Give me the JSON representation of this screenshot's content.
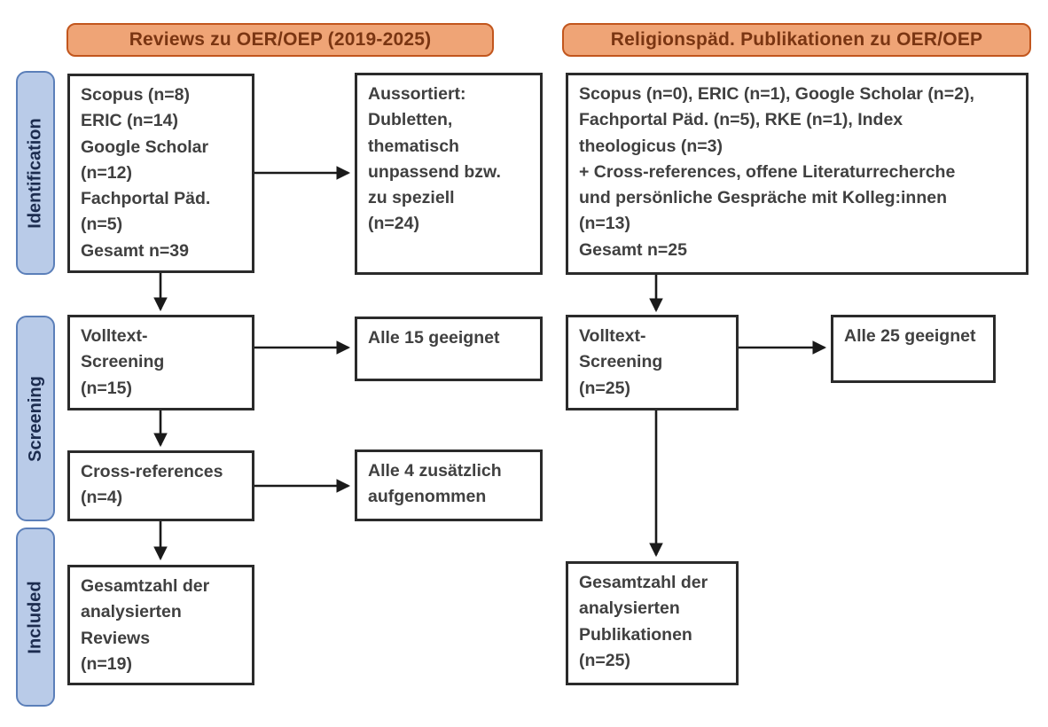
{
  "headers": {
    "left": "Reviews zu OER/OEP (2019-2025)",
    "right": "Religionspäd. Publikationen zu OER/OEP"
  },
  "stages": [
    {
      "label": "Identification"
    },
    {
      "label": "Screening"
    },
    {
      "label": "Included"
    }
  ],
  "boxes": {
    "id_left": "Scopus (n=8)\nERIC (n=14)\nGoogle Scholar\n(n=12)\nFachportal Päd.\n(n=5)\nGesamt n=39",
    "id_excluded": "Aussortiert:\nDubletten,\nthematisch\nunpassend bzw.\nzu speziell\n(n=24)",
    "id_right": "Scopus (n=0), ERIC (n=1), Google Scholar (n=2),\nFachportal Päd. (n=5), RKE (n=1), Index\ntheologicus (n=3)\n+ Cross-references, offene Literaturrecherche\nund persönliche Gespräche mit Kolleg:innen\n(n=13)\nGesamt n=25",
    "screening_left": "Volltext-\nScreening\n(n=15)",
    "screening_left_result": "Alle 15 geeignet",
    "crossref": "Cross-references\n(n=4)",
    "crossref_result": "Alle 4 zusätzlich\naufgenommen",
    "included_left": "Gesamtzahl der\nanalysierten\nReviews\n(n=19)",
    "screening_right": "Volltext-\nScreening\n(n=25)",
    "screening_right_result": "Alle 25 geeignet",
    "included_right": "Gesamtzahl der\nanalysierten\nPublikationen\n(n=25)"
  },
  "colors": {
    "header_fill": "#EFA476",
    "header_border": "#C2561D",
    "header_text": "#7A3512",
    "stage_fill": "#B9CBE8",
    "stage_border": "#5B7FB9",
    "stage_text": "#1C2C4F",
    "box_border": "#2B2B2B",
    "box_text": "#404040",
    "arrow": "#1A1A1A"
  }
}
